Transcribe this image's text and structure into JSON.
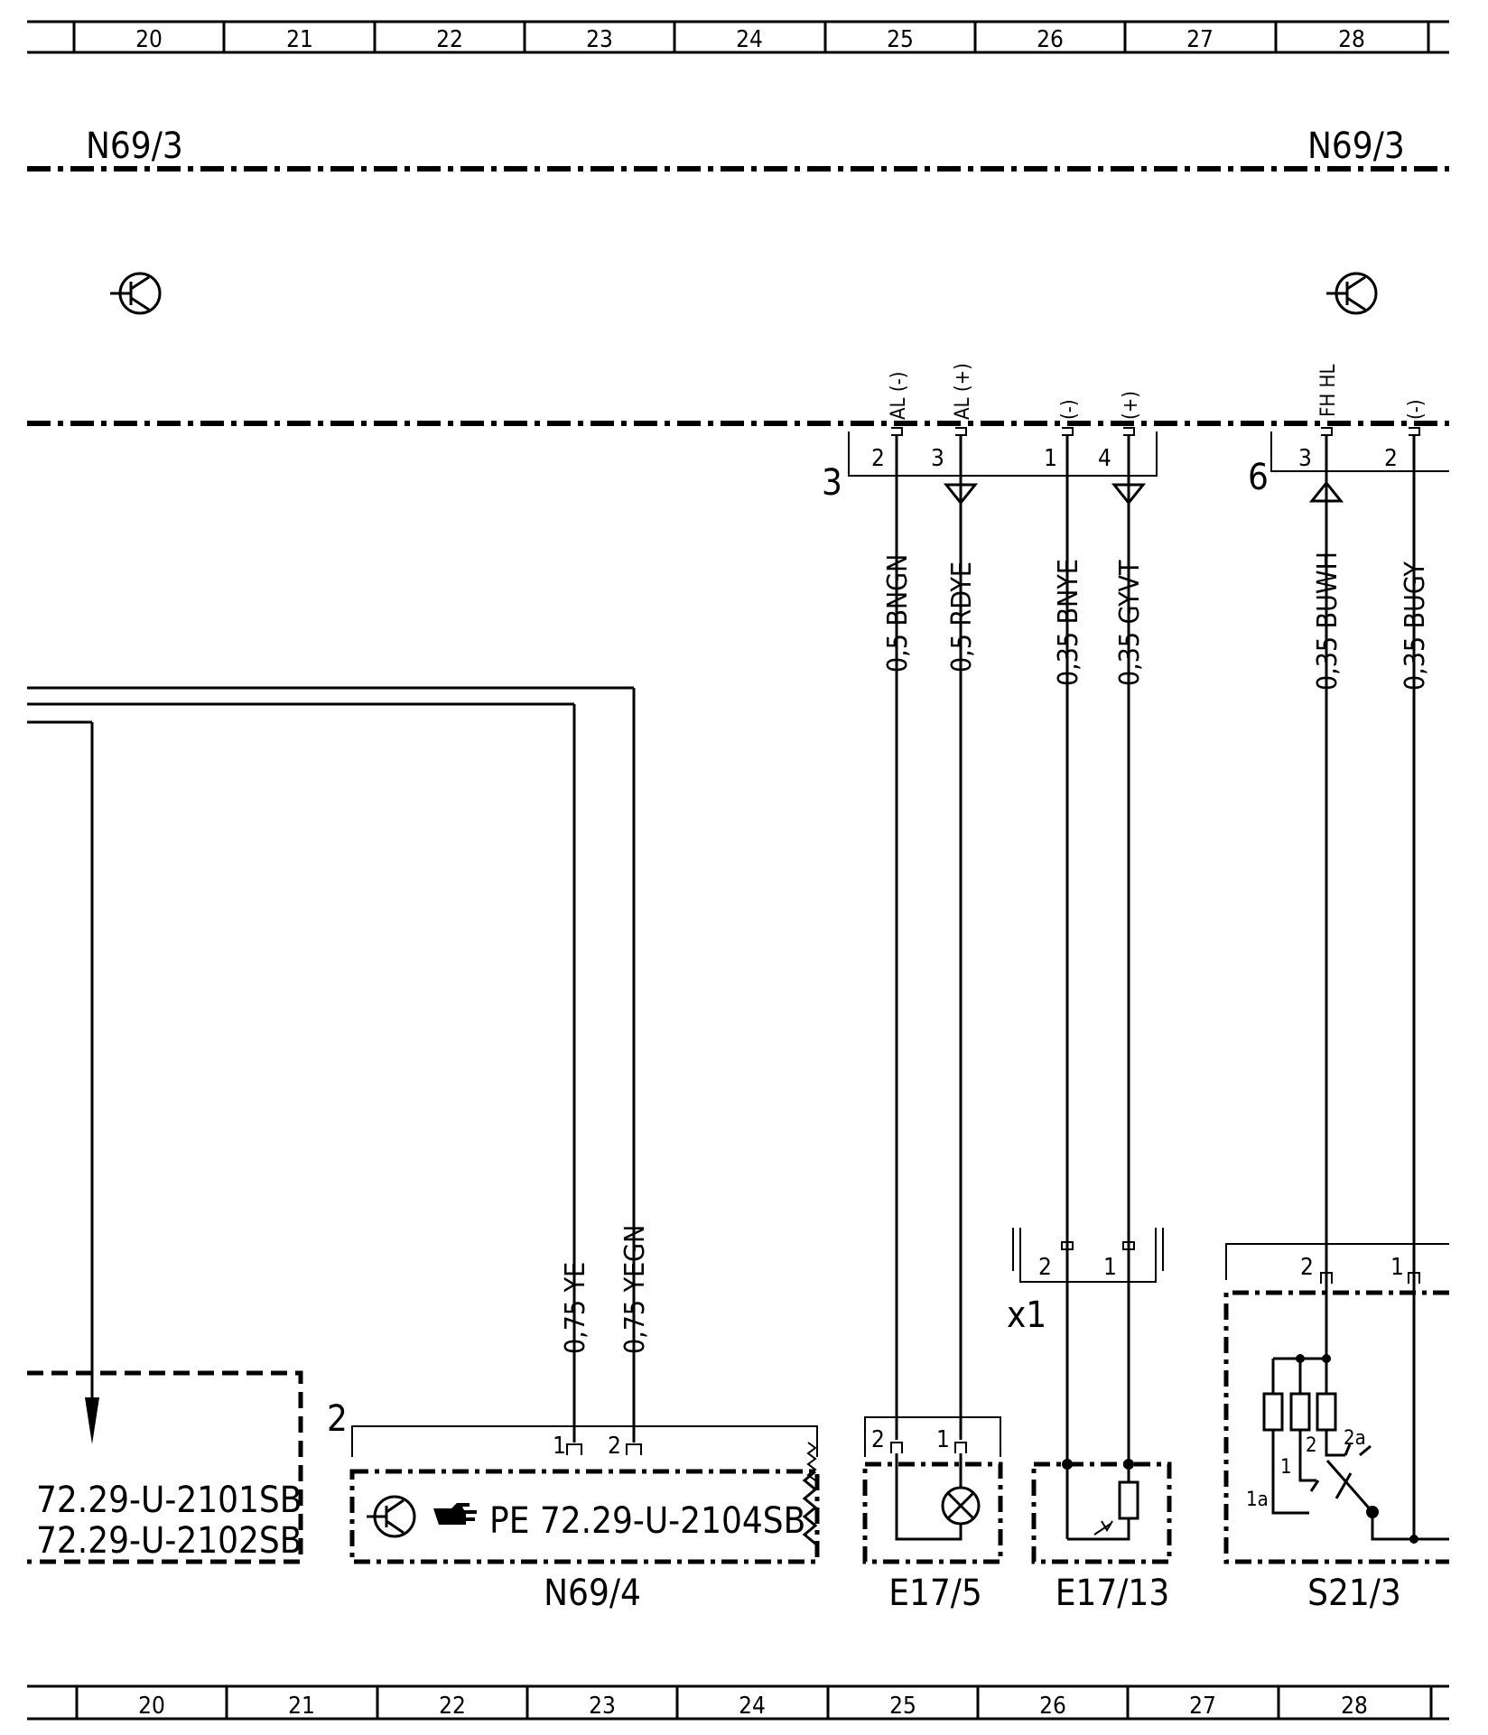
{
  "grid": {
    "top": [
      "20",
      "21",
      "22",
      "23",
      "24",
      "25",
      "26",
      "27",
      "28"
    ],
    "bottom": [
      "20",
      "21",
      "22",
      "23",
      "24",
      "25",
      "26",
      "27",
      "28"
    ]
  },
  "module": {
    "name_left": "N69/3",
    "name_right": "N69/3"
  },
  "connectors": {
    "c3": {
      "label": "3",
      "pins": [
        {
          "num": "2",
          "signal": "AL (-)",
          "wire": "0,5 BNGN"
        },
        {
          "num": "3",
          "signal": "AL (+)",
          "wire": "0,5 RDYE"
        },
        {
          "num": "1",
          "signal": "(-)",
          "wire": "0,35 BNYE"
        },
        {
          "num": "4",
          "signal": "(+)",
          "wire": "0,35 GYVT"
        }
      ]
    },
    "c6": {
      "label": "6",
      "pins": [
        {
          "num": "3",
          "signal": "FH HL",
          "wire": "0,35 BUWH"
        },
        {
          "num": "2",
          "signal": "(-)",
          "wire": "0,35 BUGY"
        }
      ]
    }
  },
  "left_wires": [
    {
      "wire": "0,75 YE",
      "pin": "1"
    },
    {
      "wire": "0,75 YEGN",
      "pin": "2"
    }
  ],
  "components": {
    "n69_4": {
      "label": "N69/4",
      "connector": "2",
      "ref": "PE  72.29-U-2104SB"
    },
    "e17_5": {
      "label": "E17/5",
      "pins": [
        "2",
        "1"
      ]
    },
    "e17_13": {
      "label": "E17/13",
      "connector": "x1",
      "pins": [
        "2",
        "1"
      ]
    },
    "s21_3": {
      "label": "S21/3",
      "pins": [
        "2",
        "1"
      ],
      "switch_positions": [
        "1a",
        "1",
        "2",
        "2a"
      ]
    }
  },
  "references": [
    "72.29-U-2101SB",
    "72.29-U-2102SB"
  ]
}
